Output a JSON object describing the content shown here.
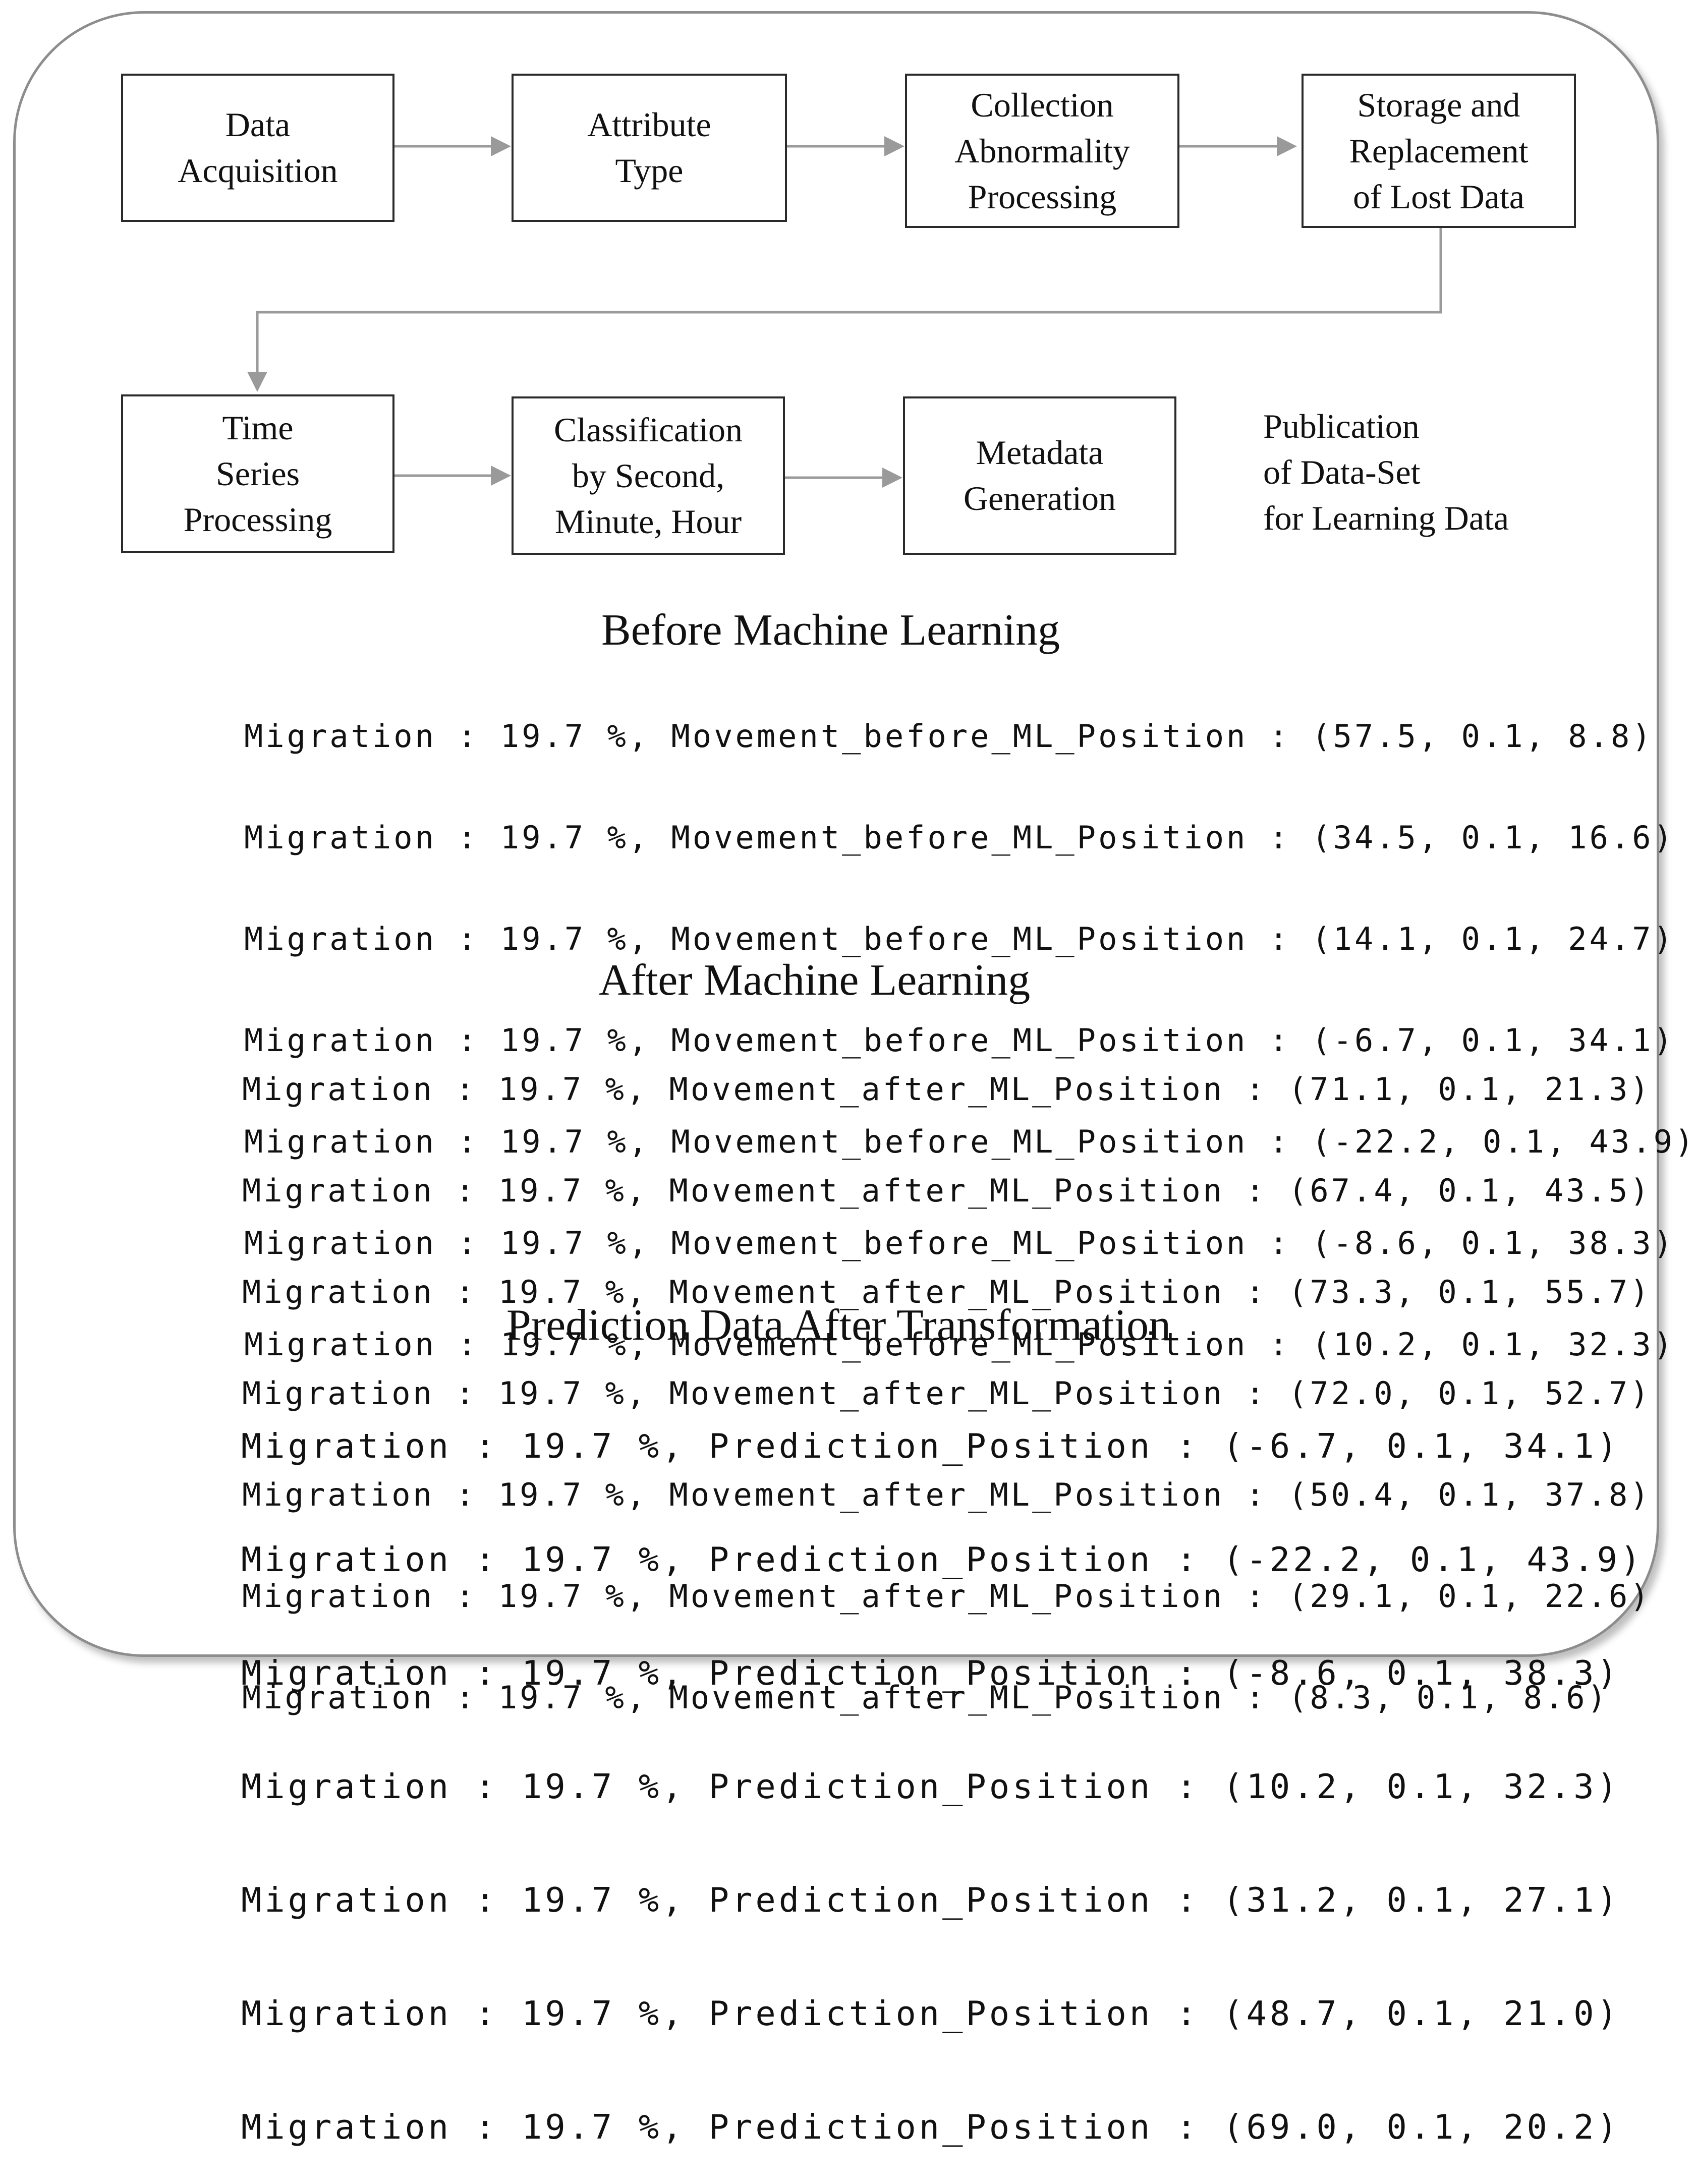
{
  "flow": {
    "steps": [
      {
        "id": "data-acquisition",
        "label": "Data\nAcquisition"
      },
      {
        "id": "attribute-type",
        "label": "Attribute\nType"
      },
      {
        "id": "collection-abnormality",
        "label": "Collection\nAbnormality\nProcessing"
      },
      {
        "id": "storage-replacement",
        "label": "Storage and\nReplacement\nof Lost Data"
      },
      {
        "id": "time-series",
        "label": "Time\nSeries\nProcessing"
      },
      {
        "id": "classification",
        "label": "Classification\nby Second,\nMinute, Hour"
      },
      {
        "id": "metadata",
        "label": "Metadata\nGeneration"
      }
    ],
    "publication_label": "Publication\nof Data-Set\nfor Learning Data"
  },
  "sections": {
    "before": {
      "title": "Before Machine Learning",
      "lines": [
        "Migration : 19.7 %, Movement_before_ML_Position : (57.5, 0.1, 8.8)",
        "Migration : 19.7 %, Movement_before_ML_Position : (34.5, 0.1, 16.6)",
        "Migration : 19.7 %, Movement_before_ML_Position : (14.1, 0.1, 24.7)",
        "Migration : 19.7 %, Movement_before_ML_Position : (-6.7, 0.1, 34.1)",
        "Migration : 19.7 %, Movement_before_ML_Position : (-22.2, 0.1, 43.9)",
        "Migration : 19.7 %, Movement_before_ML_Position : (-8.6, 0.1, 38.3)",
        "Migration : 19.7 %, Movement_before_ML_Position : (10.2, 0.1, 32.3)"
      ]
    },
    "after": {
      "title": "After Machine Learning",
      "lines": [
        "Migration : 19.7 %, Movement_after_ML_Position : (71.1, 0.1, 21.3)",
        "Migration : 19.7 %, Movement_after_ML_Position : (67.4, 0.1, 43.5)",
        "Migration : 19.7 %, Movement_after_ML_Position : (73.3, 0.1, 55.7)",
        "Migration : 19.7 %, Movement_after_ML_Position : (72.0, 0.1, 52.7)",
        "Migration : 19.7 %, Movement_after_ML_Position : (50.4, 0.1, 37.8)",
        "Migration : 19.7 %, Movement_after_ML_Position : (29.1, 0.1, 22.6)",
        "Migration : 19.7 %, Movement_after_ML_Position : (8.3, 0.1, 8.6)"
      ]
    },
    "prediction": {
      "title": "Prediction Data After Transformation",
      "lines": [
        "Migration : 19.7 %, Prediction_Position : (-6.7, 0.1, 34.1)",
        "Migration : 19.7 %, Prediction_Position : (-22.2, 0.1, 43.9)",
        "Migration : 19.7 %, Prediction_Position : (-8.6, 0.1, 38.3)",
        "Migration : 19.7 %, Prediction_Position : (10.2, 0.1, 32.3)",
        "Migration : 19.7 %, Prediction_Position : (31.2, 0.1, 27.1)",
        "Migration : 19.7 %, Prediction_Position : (48.7, 0.1, 21.0)",
        "Migration : 19.7 %, Prediction_Position : (69.0, 0.1, 20.2)"
      ]
    }
  },
  "colors": {
    "frame": "#8d8d8d",
    "arrow": "#9a9a9a",
    "box_border": "#2a2a2a",
    "text": "#111111"
  }
}
